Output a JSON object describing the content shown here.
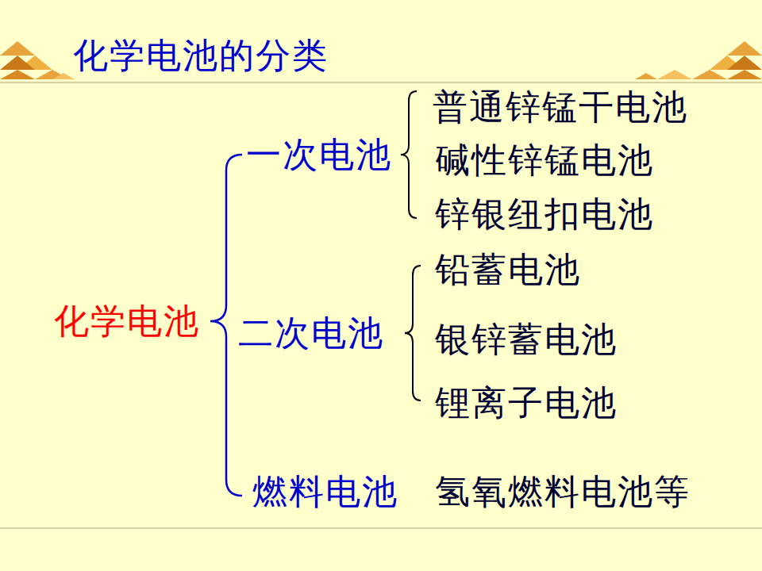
{
  "diagram": {
    "title": "化学电池的分类",
    "labels": [
      "化学电池",
      "一次电池",
      "普通锌锰干电池",
      "碱性锌锰电池",
      "锌银纽扣电池",
      "二次电池",
      "铅蓄电池",
      "银锌蓄电池",
      "锂离子电池",
      "燃料电池",
      "氢氧燃料电池等"
    ]
  }
}
